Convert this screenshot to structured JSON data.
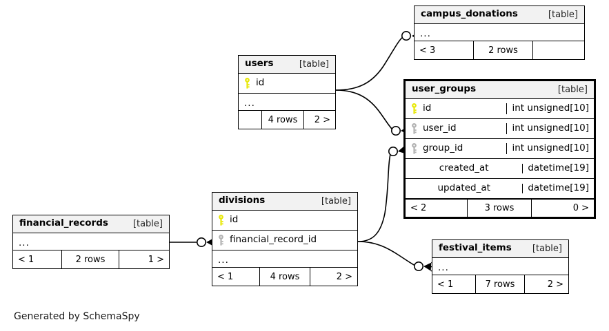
{
  "diagram": {
    "caption": "Generated by SchemaSpy",
    "table_tag": "[table]",
    "ellipsis": "...",
    "pk_icon": "yellow-key-icon",
    "fk_icon": "gray-key-icon",
    "pk_color": "#e8e80a",
    "fk_color": "#b3b3b3",
    "header_bg": "#f2f2f2",
    "line_color": "#000000"
  },
  "tables": [
    {
      "id": "campus_donations",
      "name": "campus_donations",
      "tag": "[table]",
      "highlighted": false,
      "rows": [],
      "has_ellipsis": true,
      "ellipsis": "...",
      "footer": {
        "left": "< 3",
        "middle": "2 rows",
        "right": ""
      }
    },
    {
      "id": "users",
      "name": "users",
      "tag": "[table]",
      "highlighted": false,
      "rows": [
        {
          "key": "primary",
          "name": "id",
          "type": ""
        }
      ],
      "has_ellipsis": true,
      "ellipsis": "...",
      "footer": {
        "left": "",
        "middle": "4 rows",
        "right": "2 >"
      }
    },
    {
      "id": "user_groups",
      "name": "user_groups",
      "tag": "[table]",
      "highlighted": true,
      "rows": [
        {
          "key": "primary",
          "name": "id",
          "type": "int unsigned[10]"
        },
        {
          "key": "foreign",
          "name": "user_id",
          "type": "int unsigned[10]"
        },
        {
          "key": "foreign",
          "name": "group_id",
          "type": "int unsigned[10]"
        },
        {
          "key": "none",
          "name": "created_at",
          "type": "datetime[19]"
        },
        {
          "key": "none",
          "name": "updated_at",
          "type": "datetime[19]"
        }
      ],
      "has_ellipsis": false,
      "ellipsis": "",
      "footer": {
        "left": "< 2",
        "middle": "3 rows",
        "right": "0 >"
      }
    },
    {
      "id": "divisions",
      "name": "divisions",
      "tag": "[table]",
      "highlighted": false,
      "rows": [
        {
          "key": "primary",
          "name": "id",
          "type": ""
        },
        {
          "key": "foreign",
          "name": "financial_record_id",
          "type": ""
        }
      ],
      "has_ellipsis": true,
      "ellipsis": "...",
      "footer": {
        "left": "< 1",
        "middle": "4 rows",
        "right": "2 >"
      }
    },
    {
      "id": "financial_records",
      "name": "financial_records",
      "tag": "[table]",
      "highlighted": false,
      "rows": [],
      "has_ellipsis": true,
      "ellipsis": "...",
      "footer": {
        "left": "< 1",
        "middle": "2 rows",
        "right": "1 >"
      }
    },
    {
      "id": "festival_items",
      "name": "festival_items",
      "tag": "[table]",
      "highlighted": false,
      "rows": [],
      "has_ellipsis": true,
      "ellipsis": "...",
      "footer": {
        "left": "< 1",
        "middle": "7 rows",
        "right": "2 >"
      }
    }
  ],
  "relationships": [
    {
      "from": "users",
      "to": "campus_donations"
    },
    {
      "from": "users",
      "to": "user_groups.user_id"
    },
    {
      "from": "divisions",
      "to": "user_groups.group_id"
    },
    {
      "from": "divisions",
      "to": "festival_items"
    },
    {
      "from": "financial_records",
      "to": "divisions.financial_record_id"
    }
  ]
}
